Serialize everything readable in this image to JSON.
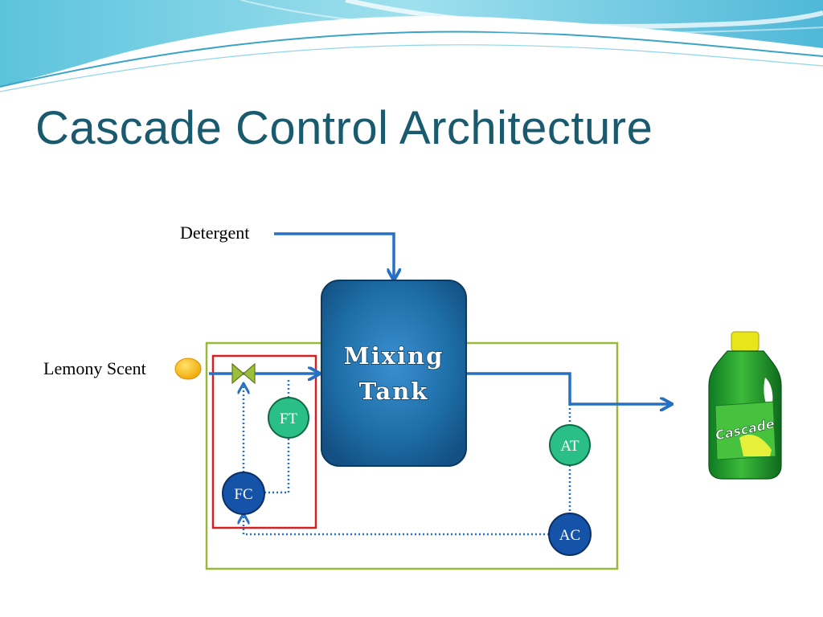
{
  "slide": {
    "title": "Cascade Control Architecture"
  },
  "inputs": {
    "detergent_label": "Detergent",
    "lemony_label": "Lemony Scent"
  },
  "tank": {
    "line1": "Mixing",
    "line2": "Tank"
  },
  "instruments": {
    "ft": "FT",
    "fc": "FC",
    "at": "AT",
    "ac": "AC"
  },
  "product": {
    "brand": "Cascade"
  },
  "colors": {
    "title": "#1a5a6e",
    "process_line": "#2670c4",
    "signal_line": "#2670c4",
    "inner_loop_box": "#d42020",
    "outer_loop_box": "#9ab83c",
    "transmitter_fill": "#2bbf88",
    "controller_fill": "#1553a8",
    "tank_fill": "#1e6fa8"
  }
}
